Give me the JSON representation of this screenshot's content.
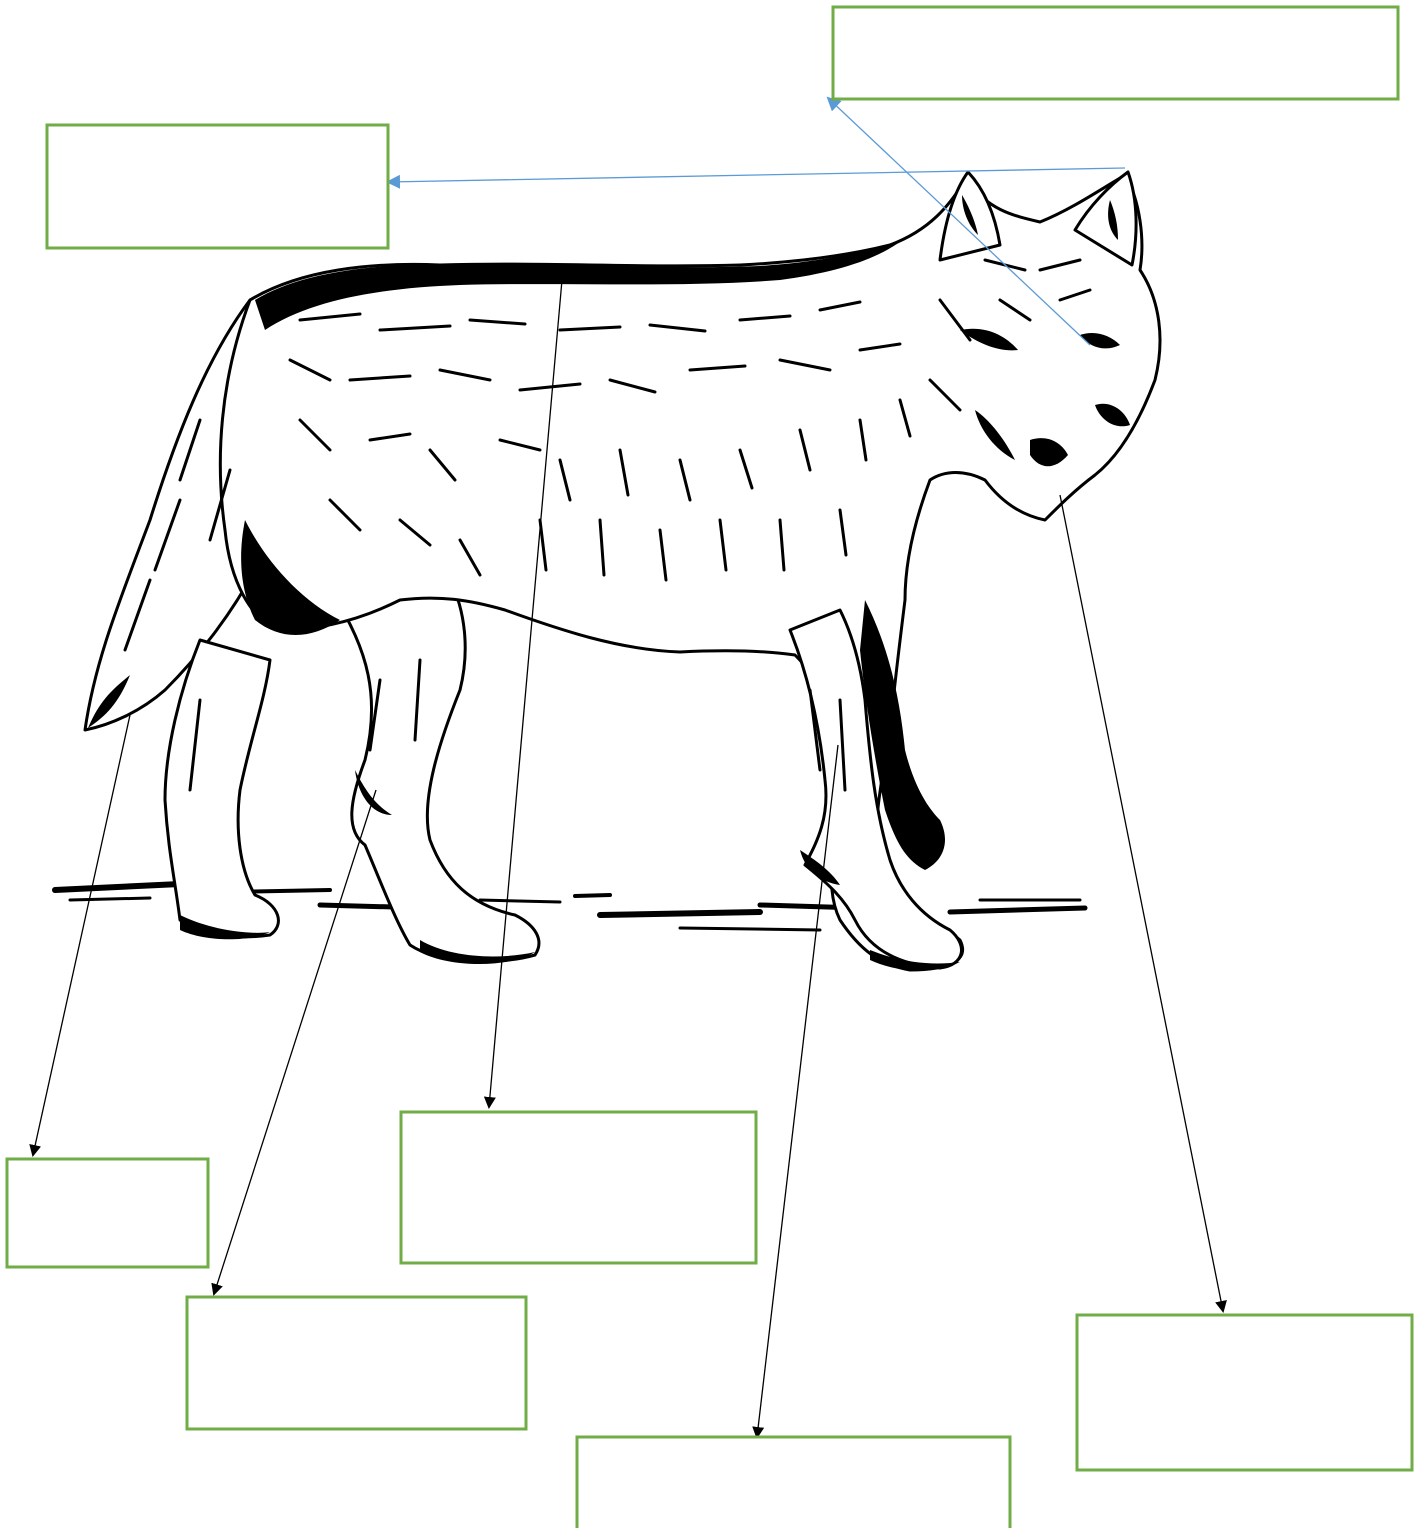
{
  "diagram": {
    "subject": "wolf-illustration",
    "colors": {
      "box_border": "#70ad47",
      "leader_dark": "#000000",
      "leader_light": "#5b9bd5",
      "ink": "#000000"
    },
    "label_boxes": [
      {
        "id": "ears",
        "text": ""
      },
      {
        "id": "eyes",
        "text": ""
      },
      {
        "id": "tail",
        "text": ""
      },
      {
        "id": "hind-leg",
        "text": ""
      },
      {
        "id": "body-fur",
        "text": ""
      },
      {
        "id": "front-paw",
        "text": ""
      },
      {
        "id": "muzzle",
        "text": ""
      }
    ]
  }
}
